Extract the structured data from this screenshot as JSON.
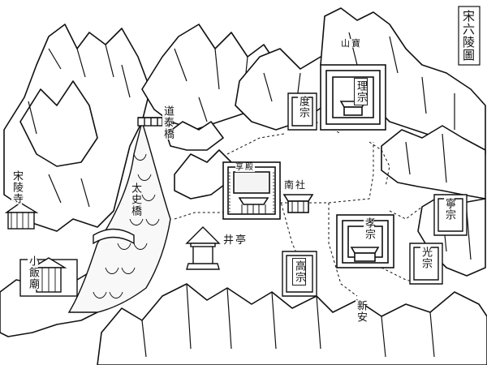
{
  "map": {
    "title": "宋六陵圖",
    "labels": {
      "baoshan": "山寶",
      "lizong": "理宗",
      "duzong": "度宗",
      "daoqiao": "道泰橋",
      "yijishi": "宋陵寺",
      "taizhi": "太史橋",
      "zhaozaosi": "小飯廟",
      "jingting": "井亭",
      "shouzong": "孝宗",
      "ningzong": "寧宗",
      "gaozong": "高宗",
      "guangzong": "光宗",
      "xinan": "新安",
      "shendao": "享殿",
      "nanshe": "南社"
    }
  }
}
